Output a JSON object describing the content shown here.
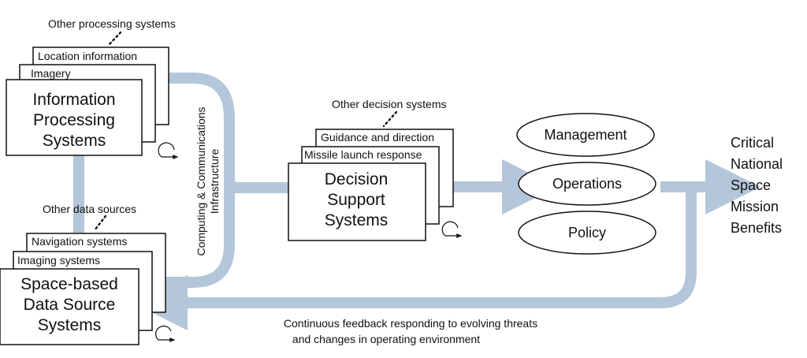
{
  "colors": {
    "pipe": "#b3c6da",
    "stroke": "#111111"
  },
  "info_processing": {
    "title_lines": [
      "Information",
      "Processing",
      "Systems"
    ],
    "stack": [
      "Imagery",
      "Location information"
    ],
    "more": "Other processing systems"
  },
  "data_sources": {
    "title_lines": [
      "Space-based",
      "Data Source",
      "Systems"
    ],
    "stack": [
      "Imaging systems",
      "Navigation systems"
    ],
    "more": "Other data sources"
  },
  "infrastructure": {
    "lines": [
      "Computing & Communications",
      "Infrastructure"
    ]
  },
  "decision_support": {
    "title_lines": [
      "Decision",
      "Support",
      "Systems"
    ],
    "stack": [
      "Missile launch response",
      "Guidance and direction"
    ],
    "more": "Other decision systems"
  },
  "outcomes": [
    "Management",
    "Operations",
    "Policy"
  ],
  "benefits_lines": [
    "Critical",
    "National",
    "Space",
    "Mission",
    "Benefits"
  ],
  "feedback_lines": [
    "Continuous feedback responding to evolving threats",
    "and changes in operating environment"
  ],
  "icons": {
    "cycle": "cycle-arrow-icon",
    "arrow": "arrow-right-icon"
  }
}
